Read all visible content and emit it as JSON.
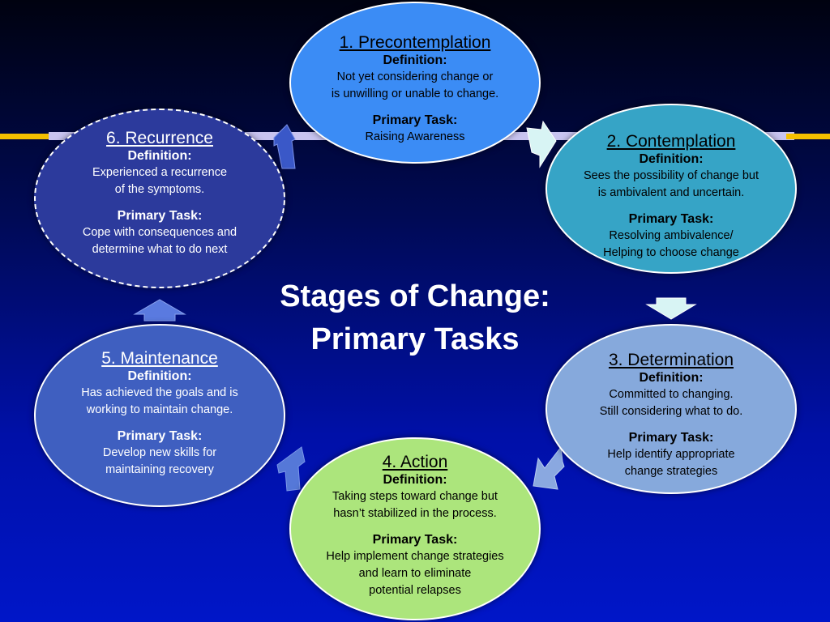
{
  "title": {
    "line1": "Stages of Change:",
    "line2": "Primary Tasks"
  },
  "stages": [
    {
      "title": "1. Precontemplation",
      "definition_label": "Definition:",
      "definition": "Not yet considering change or\nis unwilling or unable to change.",
      "task_label": "Primary Task:",
      "task": "Raising Awareness",
      "color": "#3b8cf5"
    },
    {
      "title": "2. Contemplation",
      "definition_label": "Definition:",
      "definition": "Sees the possibility of change but\nis ambivalent and uncertain.",
      "task_label": "Primary Task:",
      "task": "Resolving ambivalence/\nHelping to choose change",
      "color": "#36a4c6"
    },
    {
      "title": "3. Determination",
      "definition_label": "Definition:",
      "definition": "Committed to changing.\nStill considering what to do.",
      "task_label": "Primary Task:",
      "task": "Help identify appropriate\nchange strategies",
      "color": "#86a9dc"
    },
    {
      "title": "4. Action",
      "definition_label": "Definition:",
      "definition": "Taking steps toward change but\nhasn’t stabilized in the process.",
      "task_label": "Primary Task:",
      "task": "Help implement change strategies\nand learn to eliminate\npotential relapses",
      "color": "#ace57c"
    },
    {
      "title": "5. Maintenance",
      "definition_label": "Definition:",
      "definition": "Has achieved the goals and is\nworking to maintain change.",
      "task_label": "Primary Task:",
      "task": "Develop new skills for\nmaintaining recovery",
      "color": "#3f5fc0"
    },
    {
      "title": "6. Recurrence",
      "definition_label": "Definition:",
      "definition": "Experienced a recurrence\nof the symptoms.",
      "task_label": "Primary Task:",
      "task": "Cope with consequences and\ndetermine what to do next",
      "color": "#2c3a9c"
    }
  ],
  "colors": {
    "stripe_gold": "#f5c000",
    "stripe_lavender": "#c8c4f0",
    "arrow_light": "#d8f4f4",
    "arrow_blue": "#5578d8"
  }
}
